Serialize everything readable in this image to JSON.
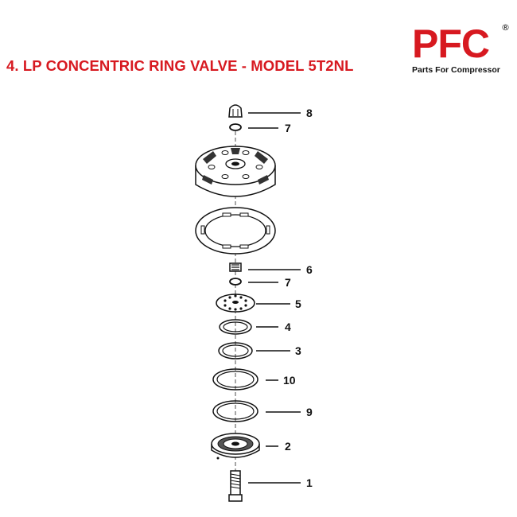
{
  "page": {
    "title": "4. LP CONCENTRIC RING VALVE - MODEL 5T2NL",
    "title_color": "#d71920"
  },
  "logo": {
    "mark": "PFC",
    "registered": "®",
    "tagline": "Parts For Compressor",
    "color": "#d71920"
  },
  "callouts": [
    "8",
    "7",
    "6",
    "7",
    "5",
    "4",
    "3",
    "10",
    "9",
    "2",
    "1"
  ]
}
